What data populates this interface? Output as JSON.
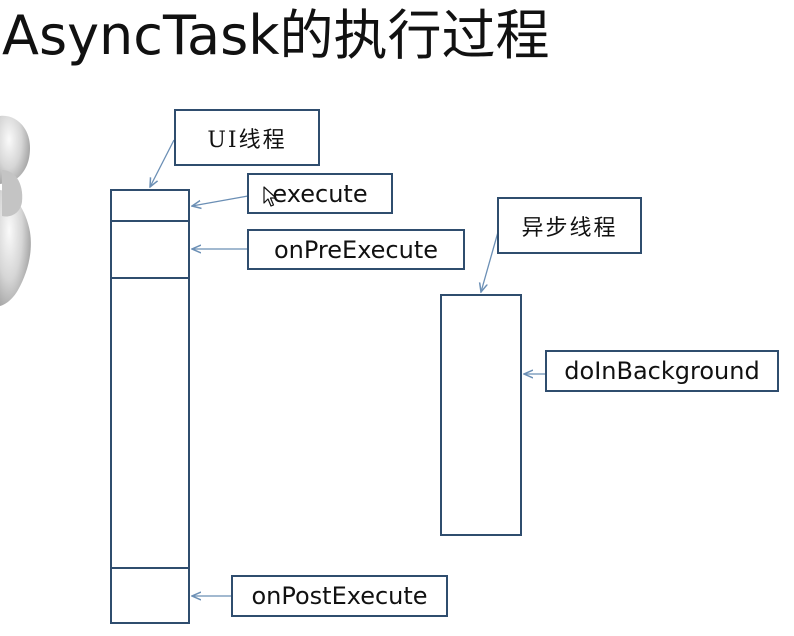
{
  "title": "AsyncTask的执行过程",
  "labels": {
    "ui_thread": "UI线程",
    "execute": "execute",
    "on_pre_execute": "onPreExecute",
    "async_thread": "异步线程",
    "do_in_background": "doInBackground",
    "on_post_execute": "onPostExecute"
  },
  "colors": {
    "stroke": "#2f4d6e",
    "arrow": "#6b8fb5",
    "text": "#111111"
  },
  "icons": [
    "thinking-figure-icon",
    "mouse-cursor-icon"
  ]
}
